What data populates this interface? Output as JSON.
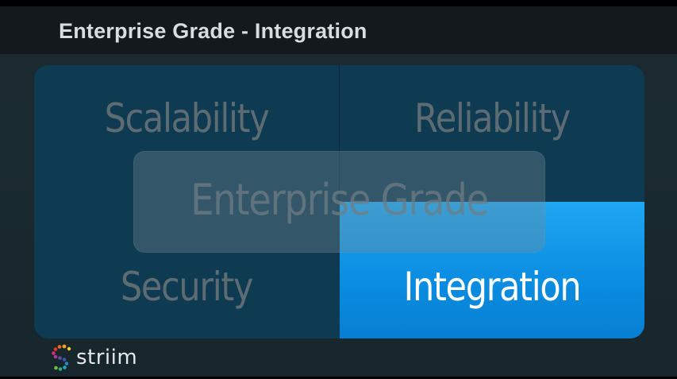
{
  "slide": {
    "title": "Enterprise Grade - Integration",
    "quadrants": {
      "top_left": "Scalability",
      "top_right": "Reliability",
      "bottom_left": "Security",
      "bottom_right": "Integration"
    },
    "center_label": "Enterprise Grade",
    "highlighted_quadrant": "Integration"
  },
  "logo": {
    "text": "striim",
    "icon": "striim-logo-icon"
  },
  "colors": {
    "background": "#1a2a31",
    "title_bar": "#13191c",
    "grid": "#0e3a52",
    "highlight": "#0a8ce0",
    "muted_text": "#5d6c73",
    "title_text": "#d9dde0"
  }
}
